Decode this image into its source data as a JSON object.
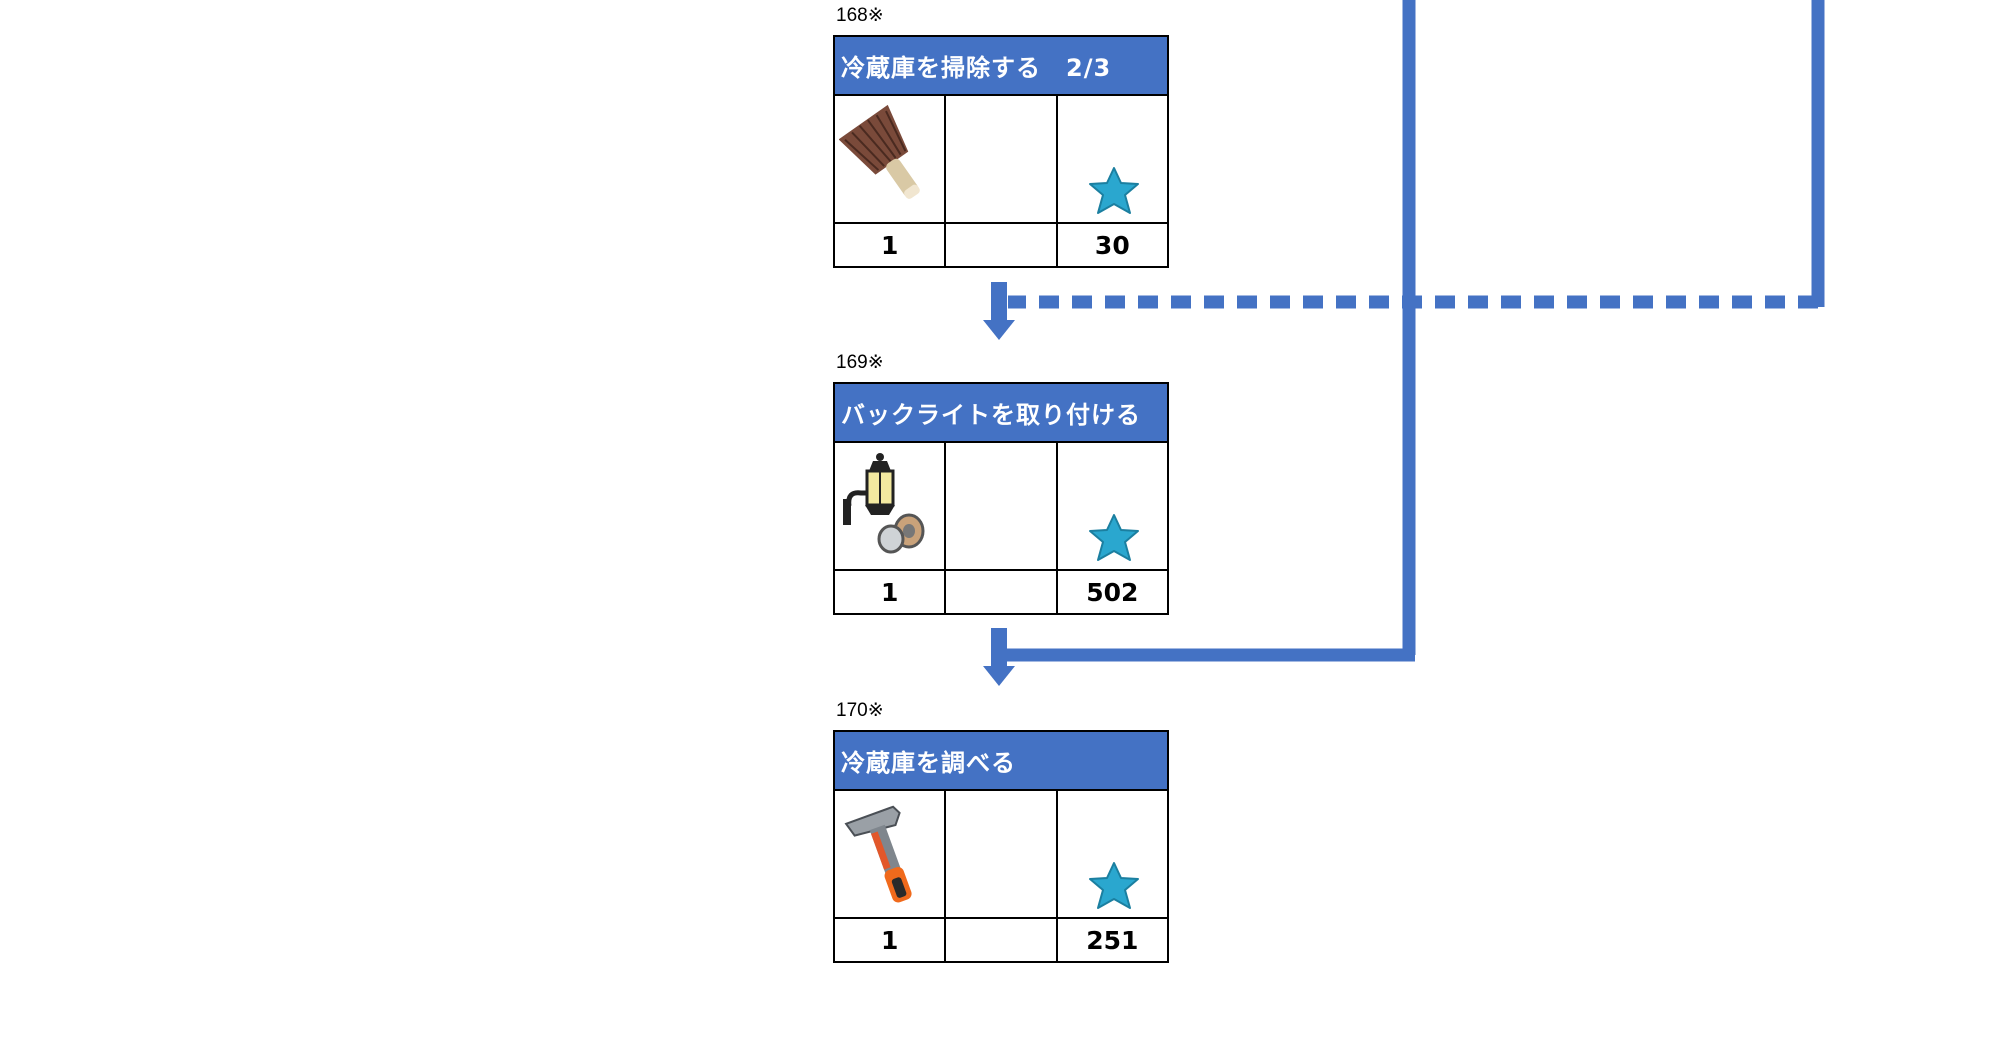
{
  "tasks": [
    {
      "id": "168※",
      "title": "冷蔵庫を掃除する　2/3",
      "icon": "feather-duster-icon",
      "values": [
        "1",
        "",
        "30"
      ]
    },
    {
      "id": "169※",
      "title": "バックライトを取り付ける",
      "icon": "lantern-icon",
      "values": [
        "1",
        "",
        "502"
      ]
    },
    {
      "id": "170※",
      "title": "冷蔵庫を調べる",
      "icon": "hammer-icon",
      "values": [
        "1",
        "",
        "251"
      ]
    }
  ],
  "reward_icon": "blue-star-icon",
  "colors": {
    "accent": "#4472c4",
    "star": "#2aa7cf"
  }
}
